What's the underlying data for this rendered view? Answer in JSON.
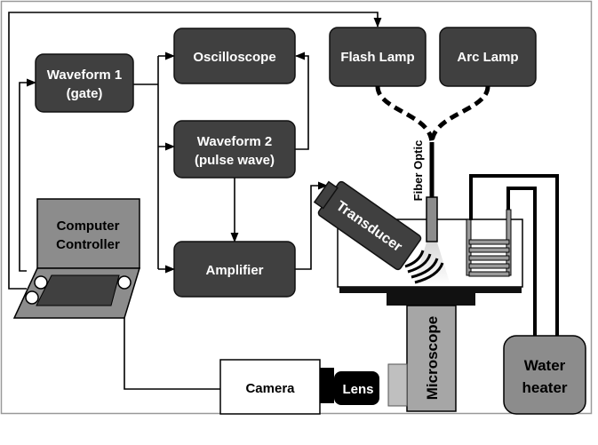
{
  "diagram": {
    "title": "",
    "boxes": {
      "waveform1_line1": "Waveform 1",
      "waveform1_line2": "(gate)",
      "oscilloscope": "Oscilloscope",
      "waveform2_line1": "Waveform 2",
      "waveform2_line2": "(pulse wave)",
      "amplifier": "Amplifier",
      "flash_lamp": "Flash Lamp",
      "arc_lamp": "Arc Lamp",
      "computer_line1": "Computer",
      "computer_line2": "Controller",
      "camera": "Camera",
      "lens": "Lens",
      "water_heater_line1": "Water",
      "water_heater_line2": "heater"
    },
    "labels": {
      "fiber_optic": "Fiber Optic",
      "transducer": "Transducer",
      "microscope": "Microscope"
    },
    "colors": {
      "dark_box": "#404040",
      "gray_box": "#8c8c8c",
      "stage_gray": "#a6a6a6",
      "line": "#000000",
      "white_text": "#ffffff"
    }
  }
}
